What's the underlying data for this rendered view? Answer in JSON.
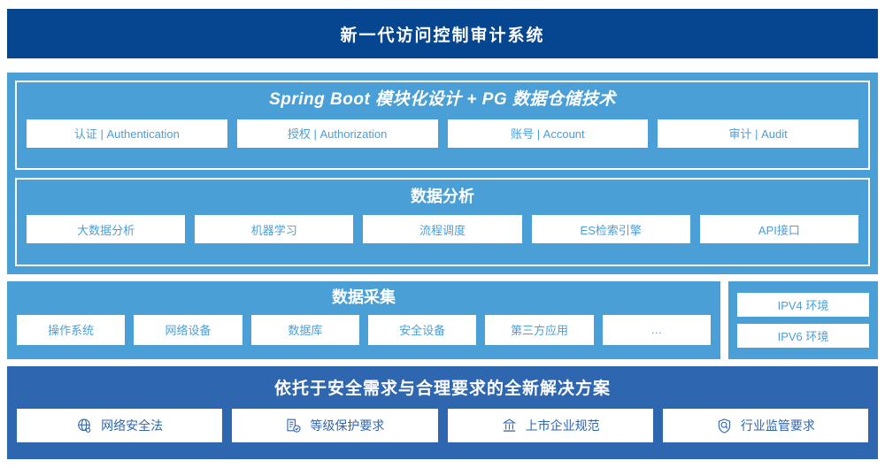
{
  "header": {
    "title": "新一代访问控制审计系统",
    "bg_color": "#064590",
    "text_color": "#ffffff"
  },
  "theme": {
    "light_blue": "#4a9fd6",
    "medium_blue": "#2f66b0",
    "navy": "#064590",
    "white": "#ffffff"
  },
  "platform": {
    "blocks": [
      {
        "title": "Spring Boot 模块化设计 + PG 数据仓储技术",
        "italic": true,
        "chips": [
          {
            "label": "认证 | Authentication"
          },
          {
            "label": "授权 | Authorization"
          },
          {
            "label": "账号 | Account"
          },
          {
            "label": "审计 | Audit"
          }
        ]
      },
      {
        "title": "数据分析",
        "italic": false,
        "chips": [
          {
            "label": "大数据分析"
          },
          {
            "label": "机器学习"
          },
          {
            "label": "流程调度"
          },
          {
            "label": "ES检索引擎"
          },
          {
            "label": "API接口"
          }
        ]
      }
    ]
  },
  "collection": {
    "title": "数据采集",
    "chips": [
      {
        "label": "操作系统"
      },
      {
        "label": "网络设备"
      },
      {
        "label": "数据库"
      },
      {
        "label": "安全设备"
      },
      {
        "label": "第三方应用"
      },
      {
        "label": "…"
      }
    ],
    "environments": [
      {
        "label": "IPV4 环境"
      },
      {
        "label": "IPV6 环境"
      }
    ]
  },
  "solution": {
    "title": "依托于安全需求与合理要求的全新解决方案",
    "chips": [
      {
        "label": "网络安全法",
        "icon": "globe-icon"
      },
      {
        "label": "等级保护要求",
        "icon": "document-check-icon"
      },
      {
        "label": "上市企业规范",
        "icon": "bank-building-icon"
      },
      {
        "label": "行业监管要求",
        "icon": "shield-search-icon"
      }
    ]
  }
}
